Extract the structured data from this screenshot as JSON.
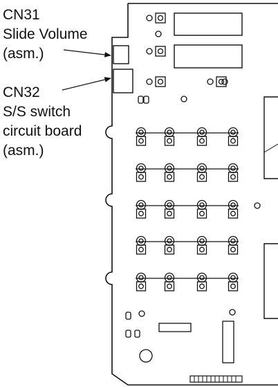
{
  "labels": {
    "cn31": [
      "CN31",
      "Slide Volume",
      "(asm.)"
    ],
    "cn32": [
      "CN32",
      "S/S switch",
      "circuit board",
      "(asm.)"
    ]
  },
  "colors": {
    "line": "#111111",
    "background": "#ffffff"
  }
}
